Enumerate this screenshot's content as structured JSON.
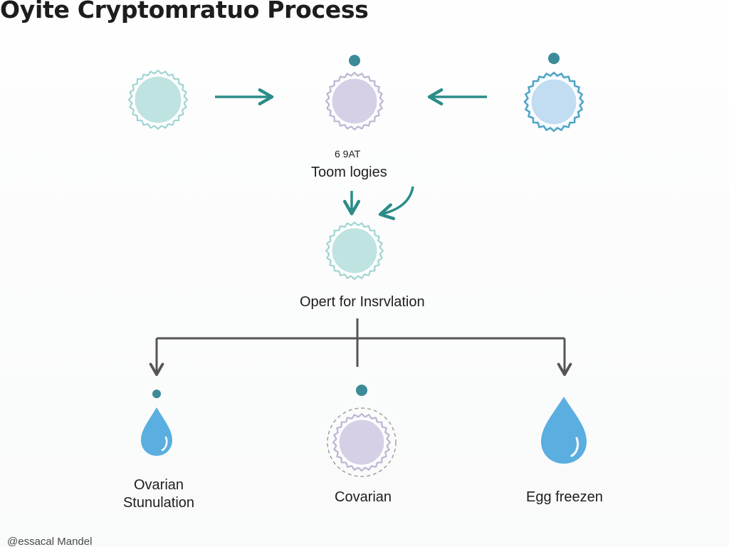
{
  "title": "Oyite Cryptomratuo Process",
  "nodes": {
    "sub_label": "6 9AT",
    "center_label": "Toom logies",
    "option_label": "Opert for Insrvlation",
    "ovarian_label": "Ovarian Stunulation",
    "covarian_label": "Covarian",
    "egg_label": "Egg freezen"
  },
  "credit": "@essacal Mandel",
  "colors": {
    "teal_cell": "#bfe3e1",
    "purple_cell": "#d6d0e6",
    "blue_cell": "#c2dcf1",
    "drop_blue": "#5aaee0",
    "arrow_teal": "#2b8c88",
    "connector_gray": "#555555",
    "dot": "#3d8a98"
  },
  "icons": [
    "cell-icon",
    "droplet-icon",
    "arrow-right-icon",
    "arrow-left-icon",
    "arrow-down-icon",
    "curved-arrow-icon",
    "dot-icon"
  ]
}
